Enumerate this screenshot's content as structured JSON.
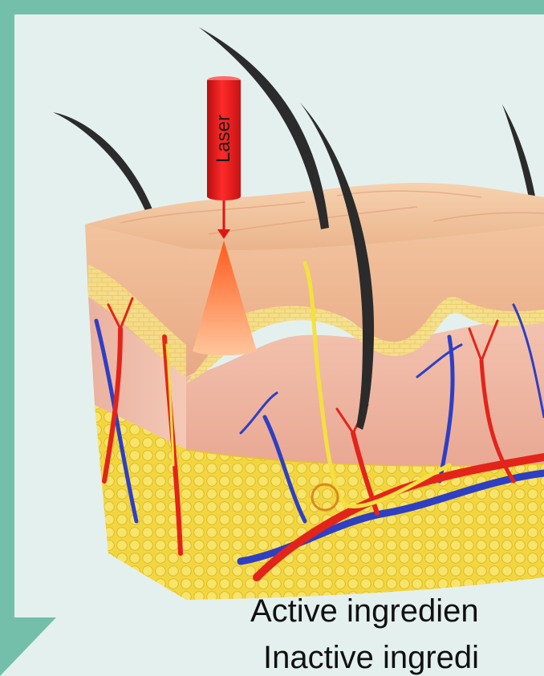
{
  "laser": {
    "label": "Laser"
  },
  "caption": {
    "line1": "Active ingredien",
    "line2": "Inactive ingredi"
  },
  "colors": {
    "frame": "#74bfa9",
    "background": "#e4f0ee",
    "epidermis": "#f0c199",
    "dermis": "#efb8a4",
    "fat": "#f3d640",
    "artery": "#e3241b",
    "vein": "#2e3fc4",
    "nerve": "#f4e040",
    "hair": "#2b2b2b",
    "laser": "#e01515"
  }
}
